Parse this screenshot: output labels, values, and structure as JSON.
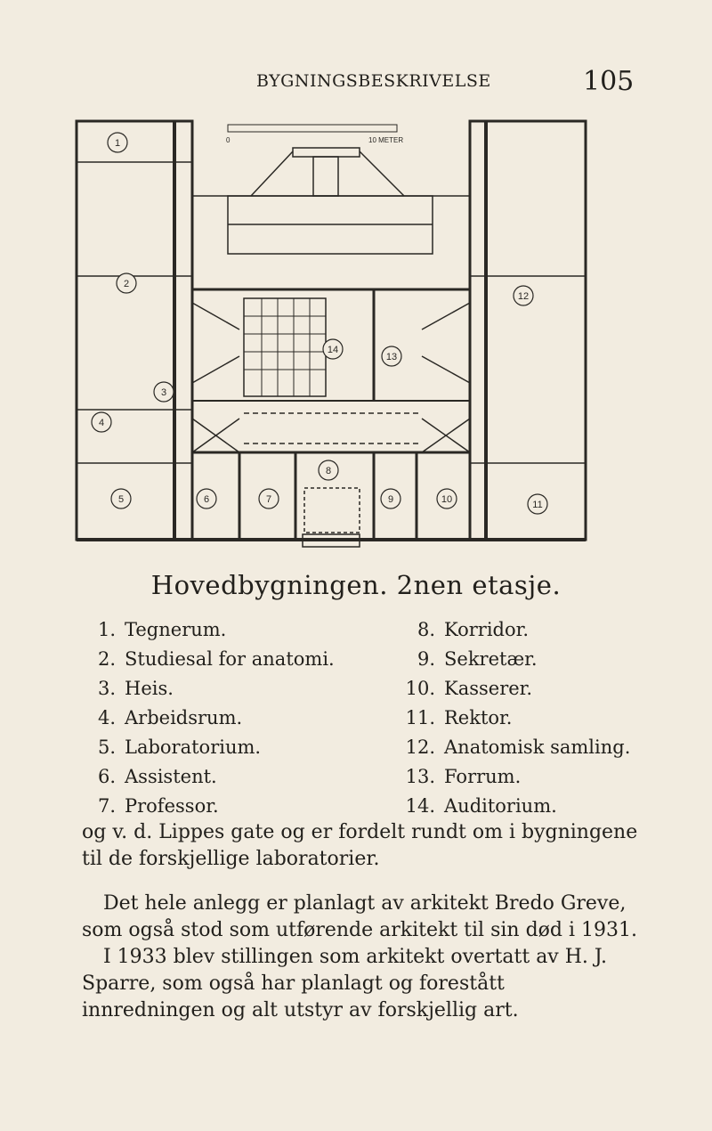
{
  "header": {
    "running_title": "BYGNINGSBESKRIVELSE",
    "page_number": "105"
  },
  "plan": {
    "scale_start": "0",
    "scale_end": "10 METER",
    "room_numbers": [
      "1",
      "2",
      "3",
      "4",
      "5",
      "6",
      "7",
      "8",
      "9",
      "10",
      "11",
      "12",
      "13",
      "14"
    ]
  },
  "caption": "Hovedbygningen. 2nen etasje.",
  "legend": {
    "left": [
      {
        "num": "1.",
        "label": "Tegnerum."
      },
      {
        "num": "2.",
        "label": "Studiesal for anatomi."
      },
      {
        "num": "3.",
        "label": "Heis."
      },
      {
        "num": "4.",
        "label": "Arbeidsrum."
      },
      {
        "num": "5.",
        "label": "Laboratorium."
      },
      {
        "num": "6.",
        "label": "Assistent."
      },
      {
        "num": "7.",
        "label": "Professor."
      }
    ],
    "right": [
      {
        "num": "8.",
        "label": "Korridor."
      },
      {
        "num": "9.",
        "label": "Sekretær."
      },
      {
        "num": "10.",
        "label": "Kasserer."
      },
      {
        "num": "11.",
        "label": "Rektor."
      },
      {
        "num": "12.",
        "label": "Anatomisk samling."
      },
      {
        "num": "13.",
        "label": "Forrum."
      },
      {
        "num": "14.",
        "label": "Auditorium."
      }
    ]
  },
  "paragraphs": {
    "p1": "og v. d. Lippes gate og er fordelt rundt om i bygningene til de forskjellige laboratorier.",
    "p2": "Det hele anlegg er planlagt av arkitekt Bredo Greve, som også stod som utførende arkitekt til sin død i 1931.",
    "p3": "I 1933 blev stillingen som arkitekt overtatt av H. J. Sparre, som også har planlagt og forestått innredningen og alt utstyr av forskjellig art."
  }
}
